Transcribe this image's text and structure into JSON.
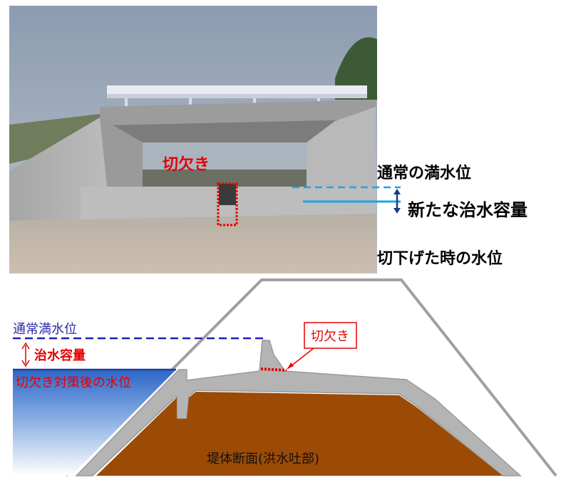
{
  "photo": {
    "notch_label": "切欠き",
    "normal_full_level_label": "通常の満水位",
    "new_capacity_label": "新たな治水容量",
    "lowered_level_label": "切下げた時の水位"
  },
  "section": {
    "normal_full_level_label": "通常満水位",
    "capacity_label": "治水容量",
    "after_notch_level_label": "切欠き対策後の水位",
    "notch_callout": "切欠き",
    "body_label": "堤体断面(洪水吐部)"
  },
  "colors": {
    "red": "#e60000",
    "navy_text": "#2a2aa8",
    "dashed_navy": "#1f1fb4",
    "light_blue": "#1aa6e6",
    "dam_fill": "#9c4b06",
    "concrete": "#b4b4b4",
    "outline": "#a0a0a0",
    "water_top": "#2c66c8",
    "water_bottom": "#ffffff"
  }
}
